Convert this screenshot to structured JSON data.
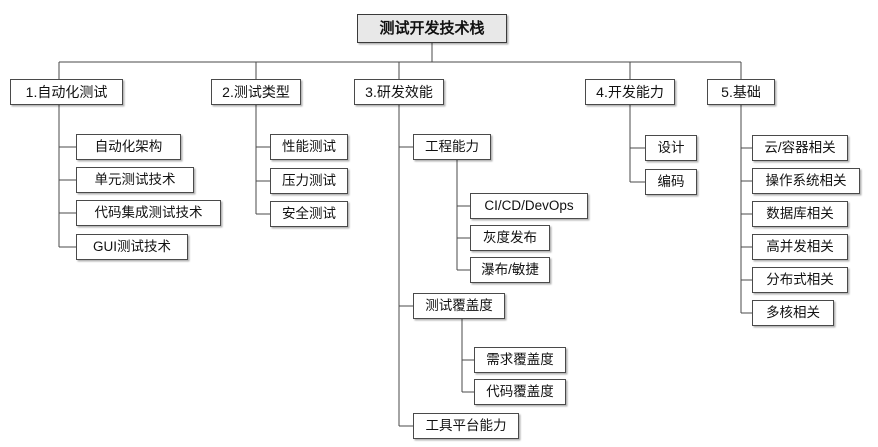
{
  "diagram": {
    "title": "测试开发技术栈",
    "root": {
      "label": "测试开发技术栈"
    },
    "branches": [
      {
        "label": "1.自动化测试",
        "children": [
          {
            "label": "自动化架构"
          },
          {
            "label": "单元测试技术"
          },
          {
            "label": "代码集成测试技术"
          },
          {
            "label": "GUI测试技术"
          }
        ]
      },
      {
        "label": "2.测试类型",
        "children": [
          {
            "label": "性能测试"
          },
          {
            "label": "压力测试"
          },
          {
            "label": "安全测试"
          }
        ]
      },
      {
        "label": "3.研发效能",
        "children": [
          {
            "label": "工程能力",
            "children": [
              {
                "label": "CI/CD/DevOps"
              },
              {
                "label": "灰度发布"
              },
              {
                "label": "瀑布/敏捷"
              }
            ]
          },
          {
            "label": "测试覆盖度",
            "children": [
              {
                "label": "需求覆盖度"
              },
              {
                "label": "代码覆盖度"
              }
            ]
          },
          {
            "label": "工具平台能力"
          }
        ]
      },
      {
        "label": "4.开发能力",
        "children": [
          {
            "label": "设计"
          },
          {
            "label": "编码"
          }
        ]
      },
      {
        "label": "5.基础",
        "children": [
          {
            "label": "云/容器相关"
          },
          {
            "label": "操作系统相关"
          },
          {
            "label": "数据库相关"
          },
          {
            "label": "高并发相关"
          },
          {
            "label": "分布式相关"
          },
          {
            "label": "多核相关"
          }
        ]
      }
    ]
  }
}
